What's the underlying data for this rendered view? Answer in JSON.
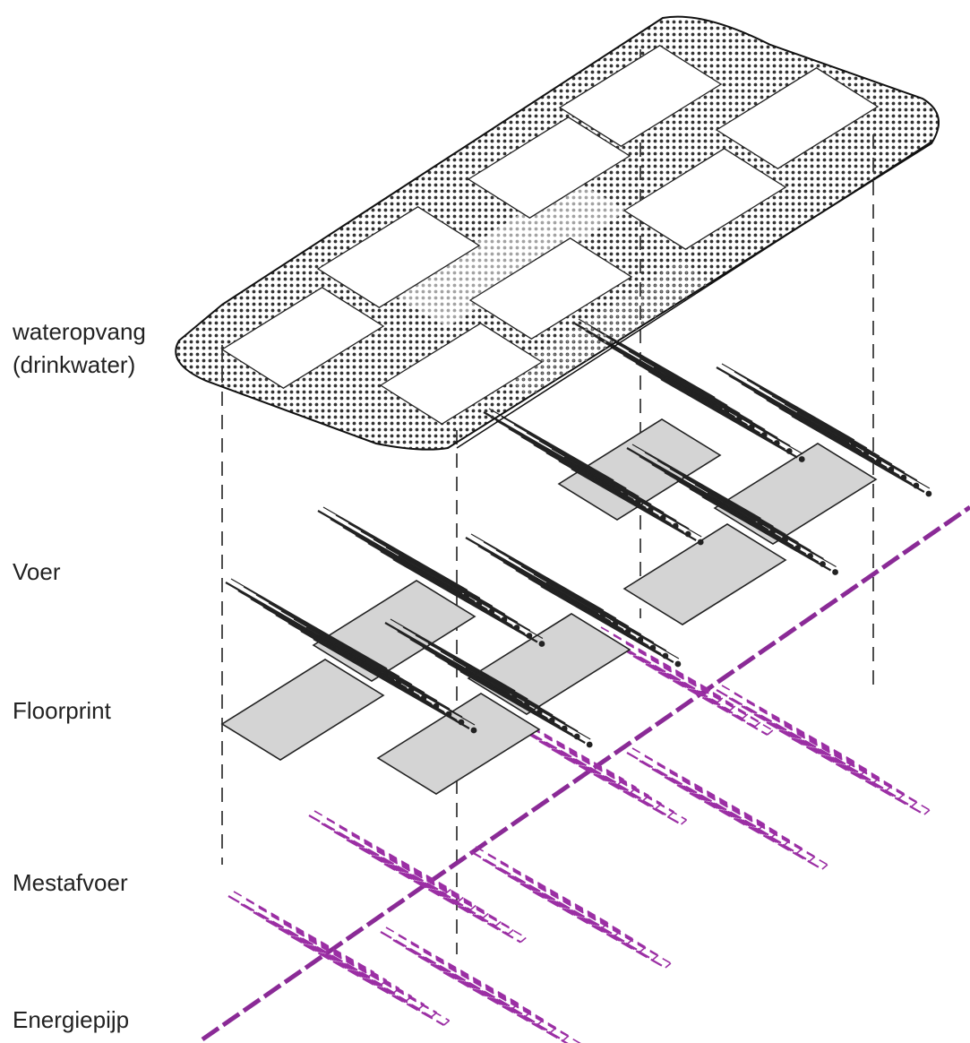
{
  "labels": {
    "water": {
      "line1": "wateropvang",
      "line2": "(drinkwater)"
    },
    "feed": "Voer",
    "floor": "Floorprint",
    "manure": "Mestafvoer",
    "energy": "Energiepijp"
  },
  "colors": {
    "line": "#222222",
    "pad_fill": "#d4d4d4",
    "manure": "#9b2fa4",
    "energy": "#8a2a96",
    "dots": "#333333",
    "light_dots": "#9a9a9a"
  },
  "icons": {
    "feed_trough": "feed-trough-icon",
    "manure_channel": "manure-channel-icon",
    "floor_pad": "floor-pad-icon",
    "roof_panel": "roof-panel-icon"
  }
}
